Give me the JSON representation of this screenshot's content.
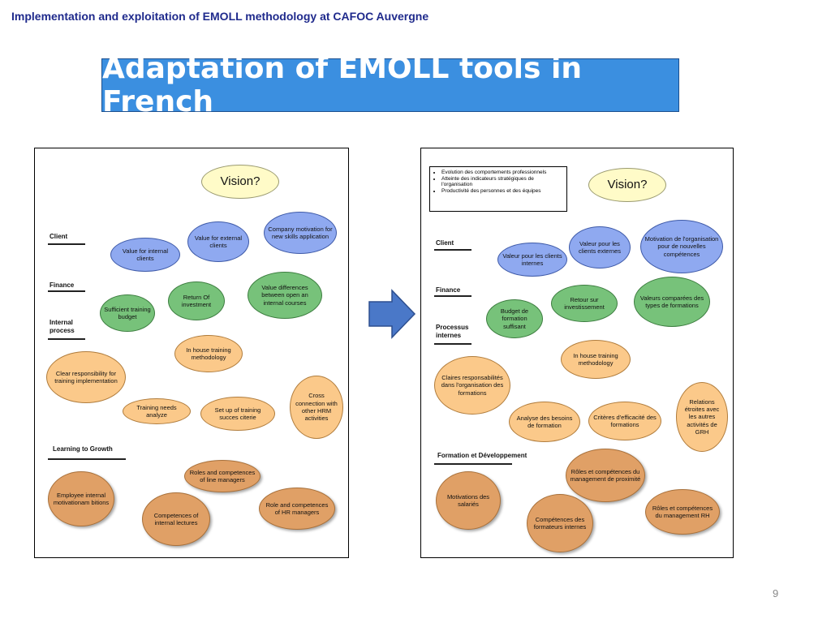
{
  "header": "Implementation and exploitation  of EMOLL methodology  at CAFOC Auvergne",
  "title": "Adaptation of EMOLL tools in French",
  "page_number": "9",
  "left_panel": {
    "vision": "Vision?",
    "labels": {
      "client": "Client",
      "finance": "Finance",
      "internal": "Internal process",
      "learning": "Learning to Growth"
    },
    "ovals": {
      "value_internal": "Value for internal clients",
      "value_external": "Value for external clients",
      "company_motivation": "Company motivation for new skills application",
      "sufficient_budget": "Sufficient training budget",
      "return_investment": "Return Of investment",
      "value_differences": "Value differences between open an internal courses",
      "inhouse_training": "In house training methodology",
      "clear_responsibility": "Clear responsibility for training implementation",
      "training_needs": "Training needs analyze",
      "setup_criteria": "Set up of training succes citerie",
      "cross_connection": "Cross connection with other HRM activities",
      "roles_line": "Roles and competences of line managers",
      "employee_motivation": "Employee internal motivationam bitions",
      "competences_lectures": "Competences of internal lectures",
      "role_hr": "Role and competences of HR managers"
    }
  },
  "right_panel": {
    "vision": "Vision?",
    "bullets": [
      "Evolution des comportements professionnels",
      "Atteinte des indicateurs stratégiques de l'organisation",
      "Productivité des personnes et des équipes"
    ],
    "labels": {
      "client": "Client",
      "finance": "Finance",
      "internal": "Processus internes",
      "learning": "Formation et Développement"
    },
    "ovals": {
      "valeur_internes": "Valeur pour les clients internes",
      "valeur_externes": "Valeur pour les clients externes",
      "motivation_org": "Motivation de l'organisation pour de nouvelles compétences",
      "budget": "Budget de formation suffisant",
      "retour": "Retour sur investissement",
      "valeurs_comparees": "Valeurs comparées des types de formations",
      "inhouse": "In house training methodology",
      "claires": "Claires responsabilités dans l'organisation des formations",
      "analyse": "Analyse des besoins de formation",
      "criteres": "Critères d'efficacité des formations",
      "relations": "Relations étroites avec les autres activités de GRH",
      "roles_proximite": "Rôles et compétences du management de proximité",
      "motivations_salaries": "Motivations des salariés",
      "competences_formateurs": "Compétences des formateurs internes",
      "roles_rh": "Rôles et compétences du management RH"
    }
  },
  "colors": {
    "title_bg": "#3b8fe0",
    "header_text": "#1f2a8c",
    "arrow": "#4a78c8",
    "blue_oval": "#8fa9f0",
    "green_oval": "#77c27a",
    "orange_oval": "#fbc98a",
    "dark_orange_oval": "#e0a066",
    "vision_oval": "#fffbc8"
  },
  "icons": {
    "arrow": "right-arrow-icon"
  }
}
